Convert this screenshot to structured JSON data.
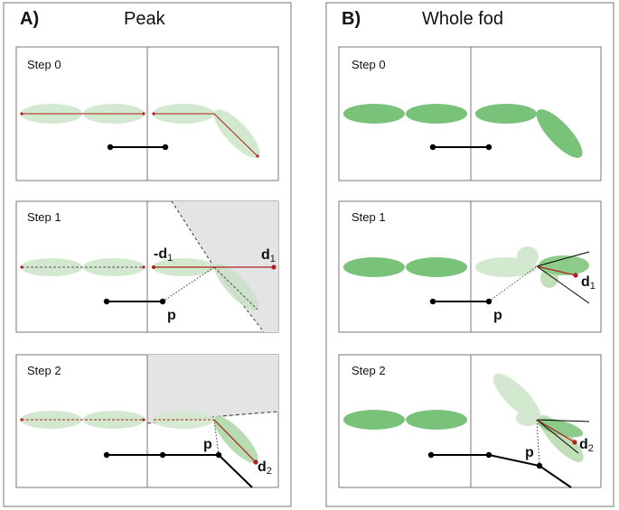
{
  "panels": {
    "a": {
      "letter": "A)",
      "title": "Peak"
    },
    "b": {
      "letter": "B)",
      "title": "Whole fod"
    }
  },
  "steps": [
    "Step 0",
    "Step 1",
    "Step 2"
  ],
  "symbols": {
    "d1": "d",
    "d1_sub": "1",
    "neg_d1": "-d",
    "neg_d1_sub": "1",
    "d2": "d",
    "d2_sub": "2",
    "p": "p"
  },
  "colors": {
    "light_green": "#d3e9cf",
    "mid_green": "#b8dcb1",
    "dark_green": "#79c27a",
    "red": "#b0201c",
    "gray_region": "#e4e4e6",
    "frame": "#777777"
  }
}
